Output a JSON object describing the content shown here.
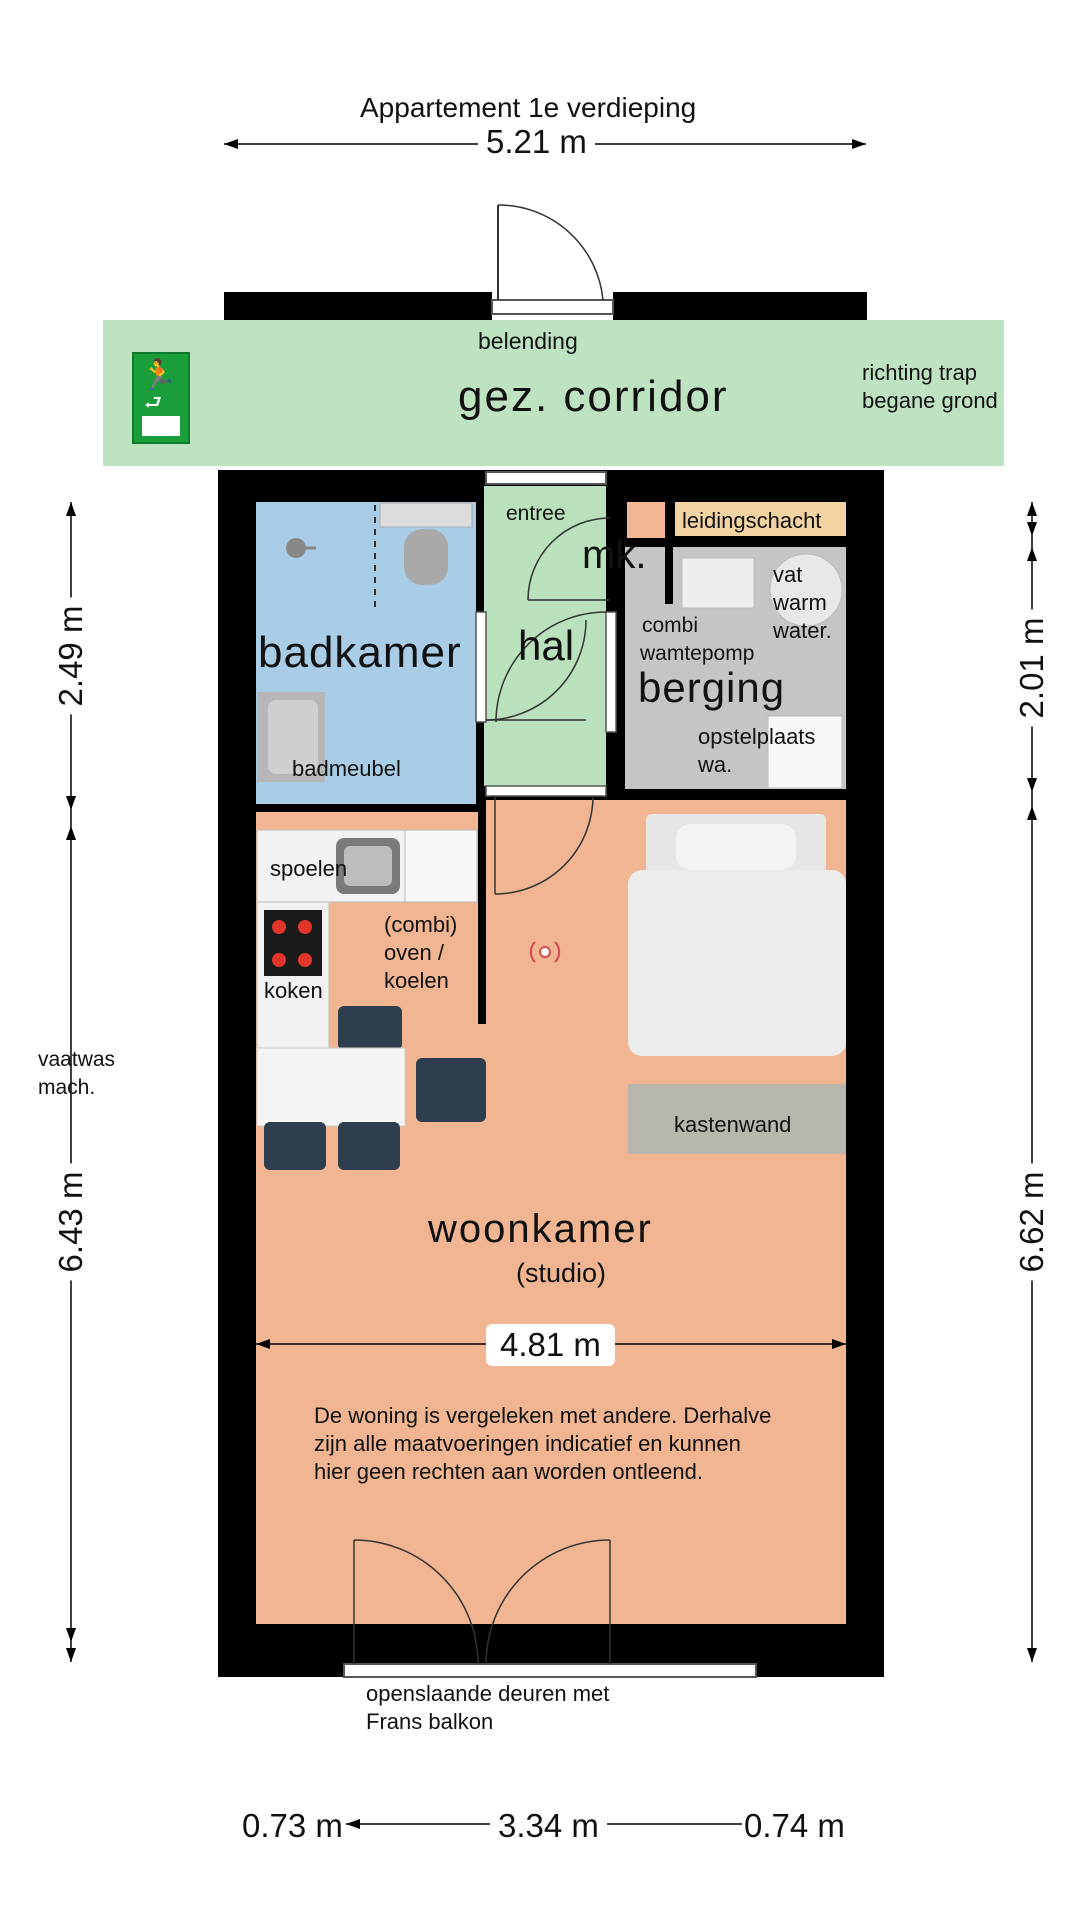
{
  "header": {
    "title": "Appartement 1e verdieping",
    "top_width": "5.21 m"
  },
  "corridor": {
    "name": "gez. corridor",
    "belending": "belending",
    "richting_line1": "richting trap",
    "richting_line2": "begane grond"
  },
  "rooms": {
    "entree": "entree",
    "mk": "mk.",
    "leidingschacht": "leidingschacht",
    "vat_line1": "vat",
    "vat_line2": "warm",
    "vat_line3": "water.",
    "combi_line1": "combi",
    "combi_line2": "wamtepomp",
    "berging": "berging",
    "opstel_line1": "opstelplaats",
    "opstel_line2": "wa.",
    "badkamer": "badkamer",
    "hal": "hal",
    "badmeubel": "badmeubel",
    "spoelen": "spoelen",
    "koken": "koken",
    "combi_oven_line1": "(combi)",
    "combi_oven_line2": "oven /",
    "combi_oven_line3": "koelen",
    "vaatwas_line1": "vaatwas",
    "vaatwas_line2": "mach.",
    "kastenwand": "kastenwand",
    "woonkamer": "woonkamer",
    "studio": "(studio)"
  },
  "dimensions": {
    "inner_width": "4.81 m",
    "left_top": "2.49 m",
    "left_bottom": "6.43 m",
    "right_top": "2.01 m",
    "right_bottom": "6.62 m",
    "bottom_left": "0.73 m",
    "bottom_mid": "3.34 m",
    "bottom_right": "0.74 m"
  },
  "disclaimer": {
    "line1": "De woning is vergeleken met andere. Derhalve",
    "line2": "zijn alle maatvoeringen indicatief en kunnen",
    "line3": "hier geen rechten aan worden ontleend."
  },
  "balcony": {
    "line1": "openslaande deuren met",
    "line2": "Frans balkon"
  },
  "colors": {
    "corridor": "#bde3c1",
    "bathroom": "#a9cde6",
    "hall": "#b9e1bb",
    "storage": "#c5c5c5",
    "living": "#f1b591",
    "wall": "#000000",
    "exit_sign": "#1a9e3a"
  }
}
